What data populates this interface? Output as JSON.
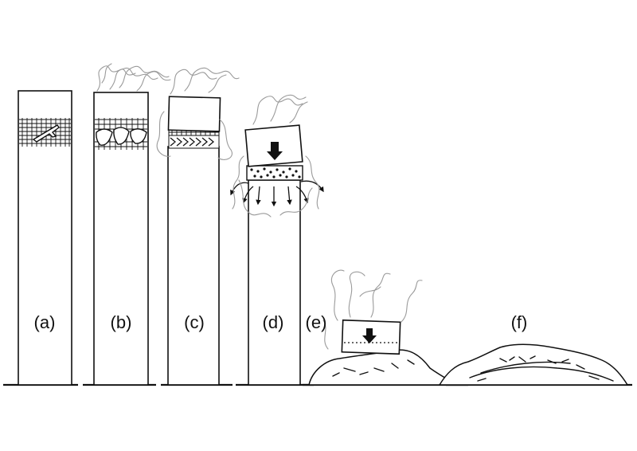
{
  "figure": {
    "stages": [
      {
        "id": "a",
        "label": "(a)"
      },
      {
        "id": "b",
        "label": "(b)"
      },
      {
        "id": "c",
        "label": "(c)"
      },
      {
        "id": "d",
        "label": "(d)"
      },
      {
        "id": "e",
        "label": "(e)"
      },
      {
        "id": "f",
        "label": "(f)"
      }
    ]
  }
}
